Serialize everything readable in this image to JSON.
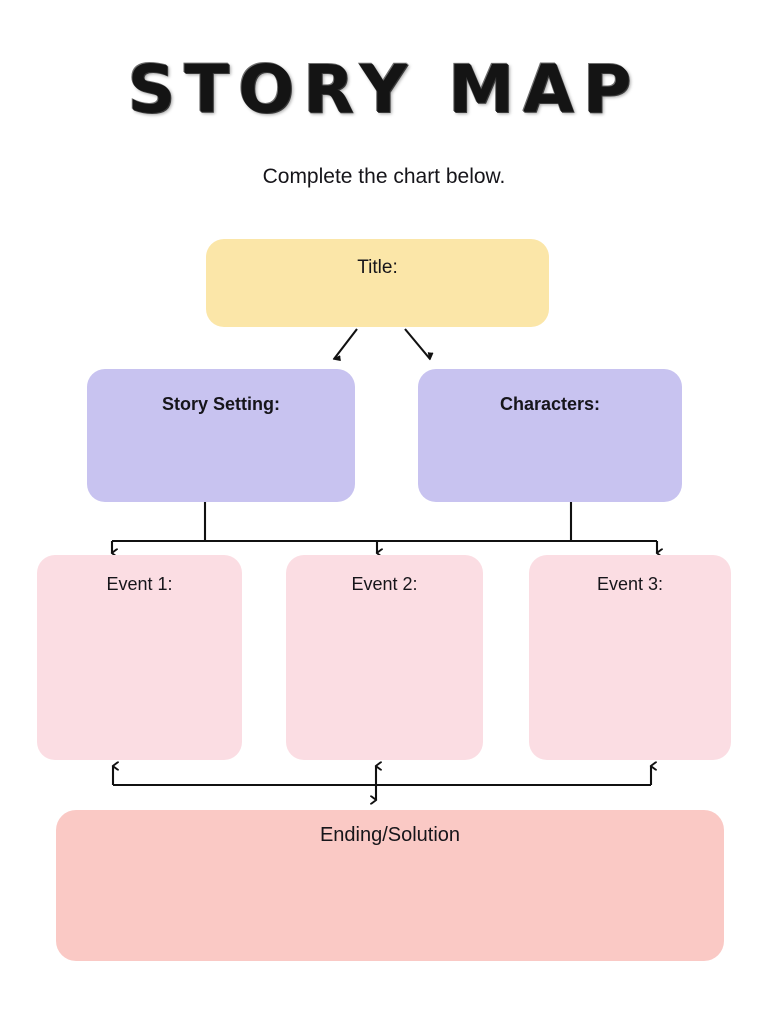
{
  "page": {
    "heading": "STORY MAP",
    "subtitle": "Complete the chart below.",
    "background_color": "#FFFFFF"
  },
  "palette": {
    "title_box": "#FBE6A8",
    "purple_box": "#C8C3F0",
    "event_box": "#FBDDE3",
    "ending_box": "#FAC9C5",
    "text": "#16151A",
    "connector": "#111111"
  },
  "chart_data": {
    "type": "diagram",
    "title": "STORY MAP",
    "subtitle": "Complete the chart below.",
    "nodes": [
      {
        "id": "title",
        "label": "Title:",
        "color": "#FBE6A8",
        "level": 0
      },
      {
        "id": "setting",
        "label": "Story Setting:",
        "color": "#C8C3F0",
        "level": 1
      },
      {
        "id": "characters",
        "label": "Characters:",
        "color": "#C8C3F0",
        "level": 1
      },
      {
        "id": "event1",
        "label": "Event 1:",
        "color": "#FBDDE3",
        "level": 2
      },
      {
        "id": "event2",
        "label": "Event 2:",
        "color": "#FBDDE3",
        "level": 2
      },
      {
        "id": "event3",
        "label": "Event 3:",
        "color": "#FBDDE3",
        "level": 2
      },
      {
        "id": "ending",
        "label": "Ending/Solution",
        "color": "#FAC9C5",
        "level": 3
      }
    ],
    "edges": [
      {
        "from": "title",
        "to": "setting",
        "style": "diagonal-arrow"
      },
      {
        "from": "title",
        "to": "characters",
        "style": "diagonal-arrow"
      },
      {
        "from": "setting",
        "to": "event1",
        "style": "bus-arrow"
      },
      {
        "from": "setting",
        "to": "event2",
        "style": "bus-arrow"
      },
      {
        "from": "characters",
        "to": "event2",
        "style": "bus-arrow"
      },
      {
        "from": "characters",
        "to": "event3",
        "style": "bus-arrow"
      },
      {
        "from": "ending",
        "to": "event1",
        "style": "bus-arrow-up"
      },
      {
        "from": "ending",
        "to": "event2",
        "style": "bus-arrow-double"
      },
      {
        "from": "ending",
        "to": "event3",
        "style": "bus-arrow-up"
      }
    ]
  },
  "nodes": {
    "title": {
      "label": "Title:"
    },
    "setting": {
      "label": "Story Setting:"
    },
    "characters": {
      "label": "Characters:"
    },
    "event1": {
      "label": "Event 1:"
    },
    "event2": {
      "label": "Event 2:"
    },
    "event3": {
      "label": "Event 3:"
    },
    "ending": {
      "label": "Ending/Solution"
    }
  }
}
